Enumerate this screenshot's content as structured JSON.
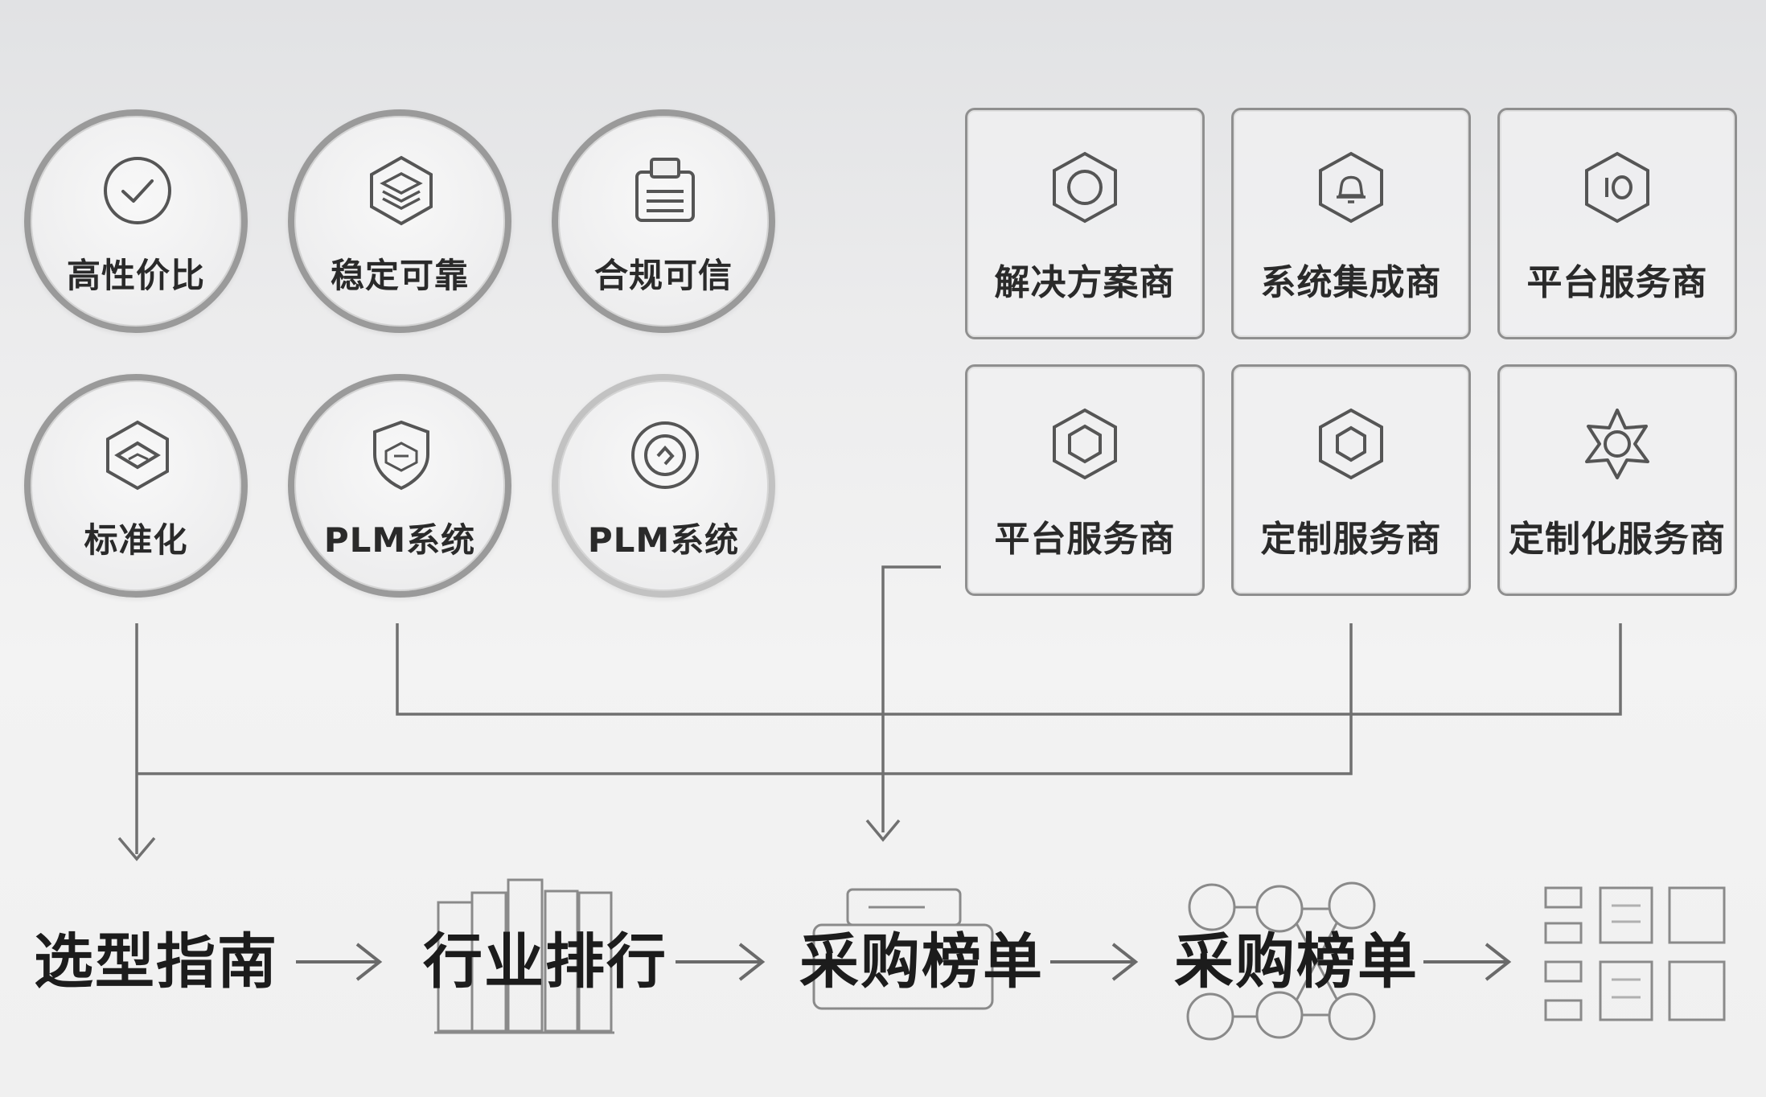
{
  "features": [
    {
      "label": "高性价比",
      "icon": "check-circle-icon"
    },
    {
      "label": "稳定可靠",
      "icon": "layers-hexagon-icon"
    },
    {
      "label": "合规可信",
      "icon": "document-icon"
    },
    {
      "label": "标准化",
      "icon": "layer-hexagon-icon"
    },
    {
      "label": "PLM系统",
      "icon": "shield-icon"
    },
    {
      "label": "PLM系统",
      "icon": "circular-link-icon"
    }
  ],
  "providers": [
    {
      "label": "解决方案商",
      "icon": "hexagon-circle-icon"
    },
    {
      "label": "系统集成商",
      "icon": "hexagon-bell-icon"
    },
    {
      "label": "平台服务商",
      "icon": "hexagon-io-icon"
    },
    {
      "label": "平台服务商",
      "icon": "hexagon-hexagon-icon"
    },
    {
      "label": "定制服务商",
      "icon": "hexagon-hexagon-icon"
    },
    {
      "label": "定制化服务商",
      "icon": "gear-star-icon"
    }
  ],
  "flow": [
    {
      "label": "选型指南"
    },
    {
      "label": "行业排行",
      "icon": "bar-chart-icon"
    },
    {
      "label": "采购榜单",
      "icon": "printer-icon"
    },
    {
      "label": "采购榜单",
      "icon": "network-nodes-icon"
    },
    {
      "icon": "grid-layout-icon"
    }
  ],
  "colors": {
    "line": "#6f6f6f",
    "ring": "#9a9a9a",
    "icon": "#555555"
  }
}
